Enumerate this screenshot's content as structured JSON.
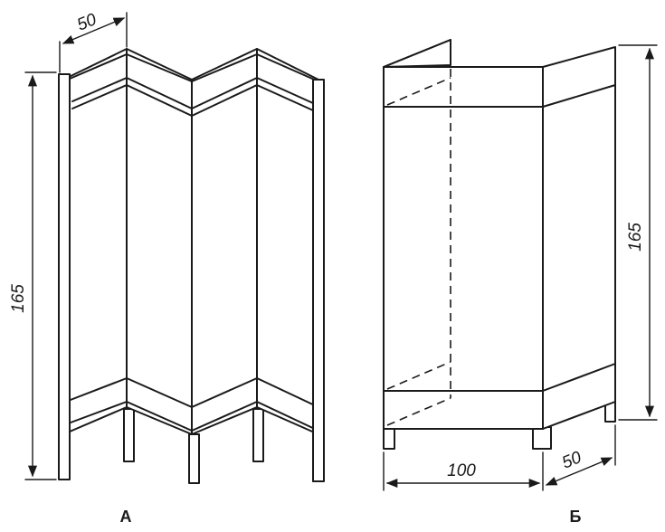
{
  "figure_a": {
    "label": "А",
    "dims": {
      "height": "165",
      "depth": "50"
    }
  },
  "figure_b": {
    "label": "Б",
    "dims": {
      "height": "165",
      "width": "100",
      "depth": "50"
    }
  }
}
